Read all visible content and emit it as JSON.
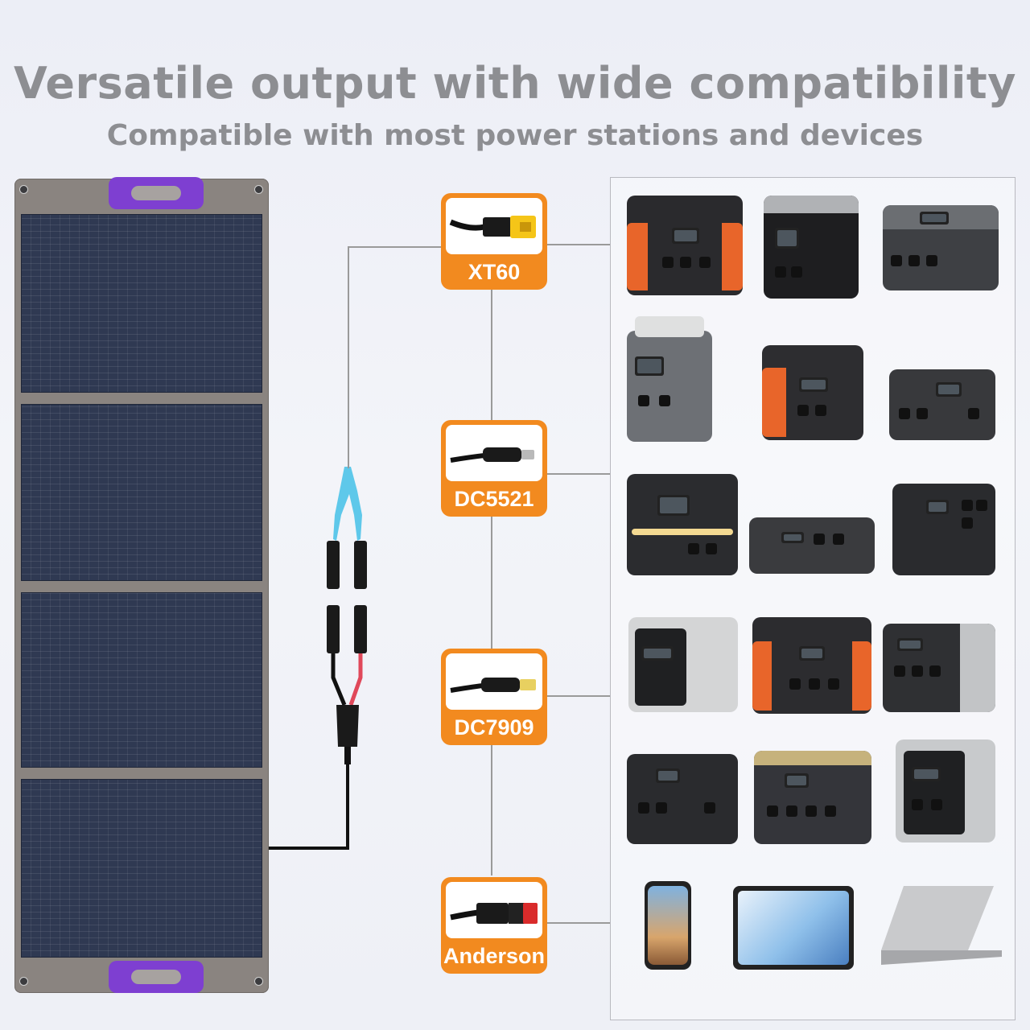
{
  "header": {
    "title": "Versatile output with wide compatibility",
    "subtitle": "Compatible with most power stations and devices"
  },
  "connectors": [
    {
      "label": "XT60",
      "icon": "xt60-connector-icon"
    },
    {
      "label": "DC5521",
      "icon": "dc5521-connector-icon"
    },
    {
      "label": "DC7909",
      "icon": "dc7909-connector-icon"
    },
    {
      "label": "Anderson",
      "icon": "anderson-connector-icon"
    }
  ],
  "colors": {
    "badge_orange": "#f28a1f",
    "handle_purple": "#7e3fd1",
    "y_cable_blue": "#5ec8ea",
    "panel_cell": "#2f3952",
    "title_gray": "#8d8e92"
  },
  "devices": [
    "power-station",
    "power-station",
    "power-station",
    "power-station",
    "power-station",
    "power-station",
    "power-station",
    "power-station",
    "power-station",
    "power-station",
    "power-station",
    "power-station",
    "power-station",
    "power-station",
    "power-station",
    "smartphone",
    "tablet",
    "laptop"
  ]
}
